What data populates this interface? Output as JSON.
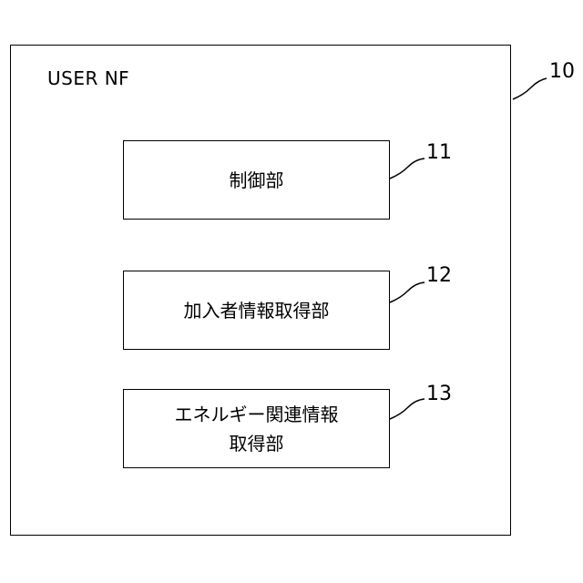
{
  "outer": {
    "title": "USER NF",
    "ref": "10"
  },
  "blocks": [
    {
      "label": "制御部",
      "ref": "11"
    },
    {
      "label": "加入者情報取得部",
      "ref": "12"
    },
    {
      "label": "エネルギー関連情報取得部",
      "label_line1": "エネルギー関連情報",
      "label_line2": "取得部",
      "ref": "13"
    }
  ]
}
